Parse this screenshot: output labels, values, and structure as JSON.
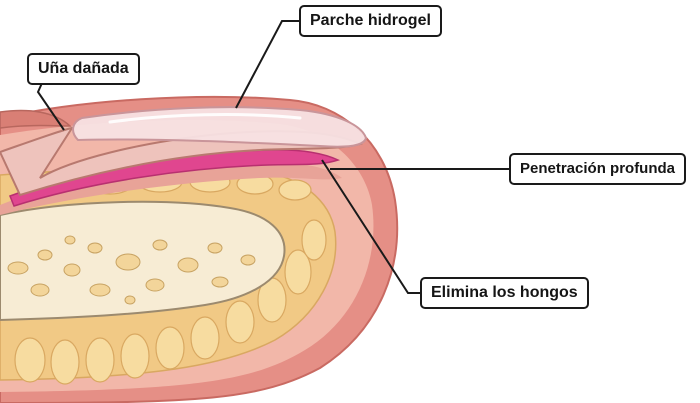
{
  "labels": {
    "hydrogel_patch": "Parche hidrogel",
    "damaged_nail": "Uña dañada",
    "deep_penetration": "Penetración profunda",
    "kills_fungus": "Elimina los hongos"
  },
  "colors": {
    "skin_outer": "#e58f86",
    "skin_inner": "#f2b7a9",
    "fat_tissue": "#f1c985",
    "fat_lobule": "#f7dca0",
    "bone": "#f7ecd4",
    "bone_marrow": "#f3d59a",
    "patch_gel": "#f7e2e3",
    "penetration_layer": "#e0468f",
    "leader_line": "#1a1a1a"
  }
}
